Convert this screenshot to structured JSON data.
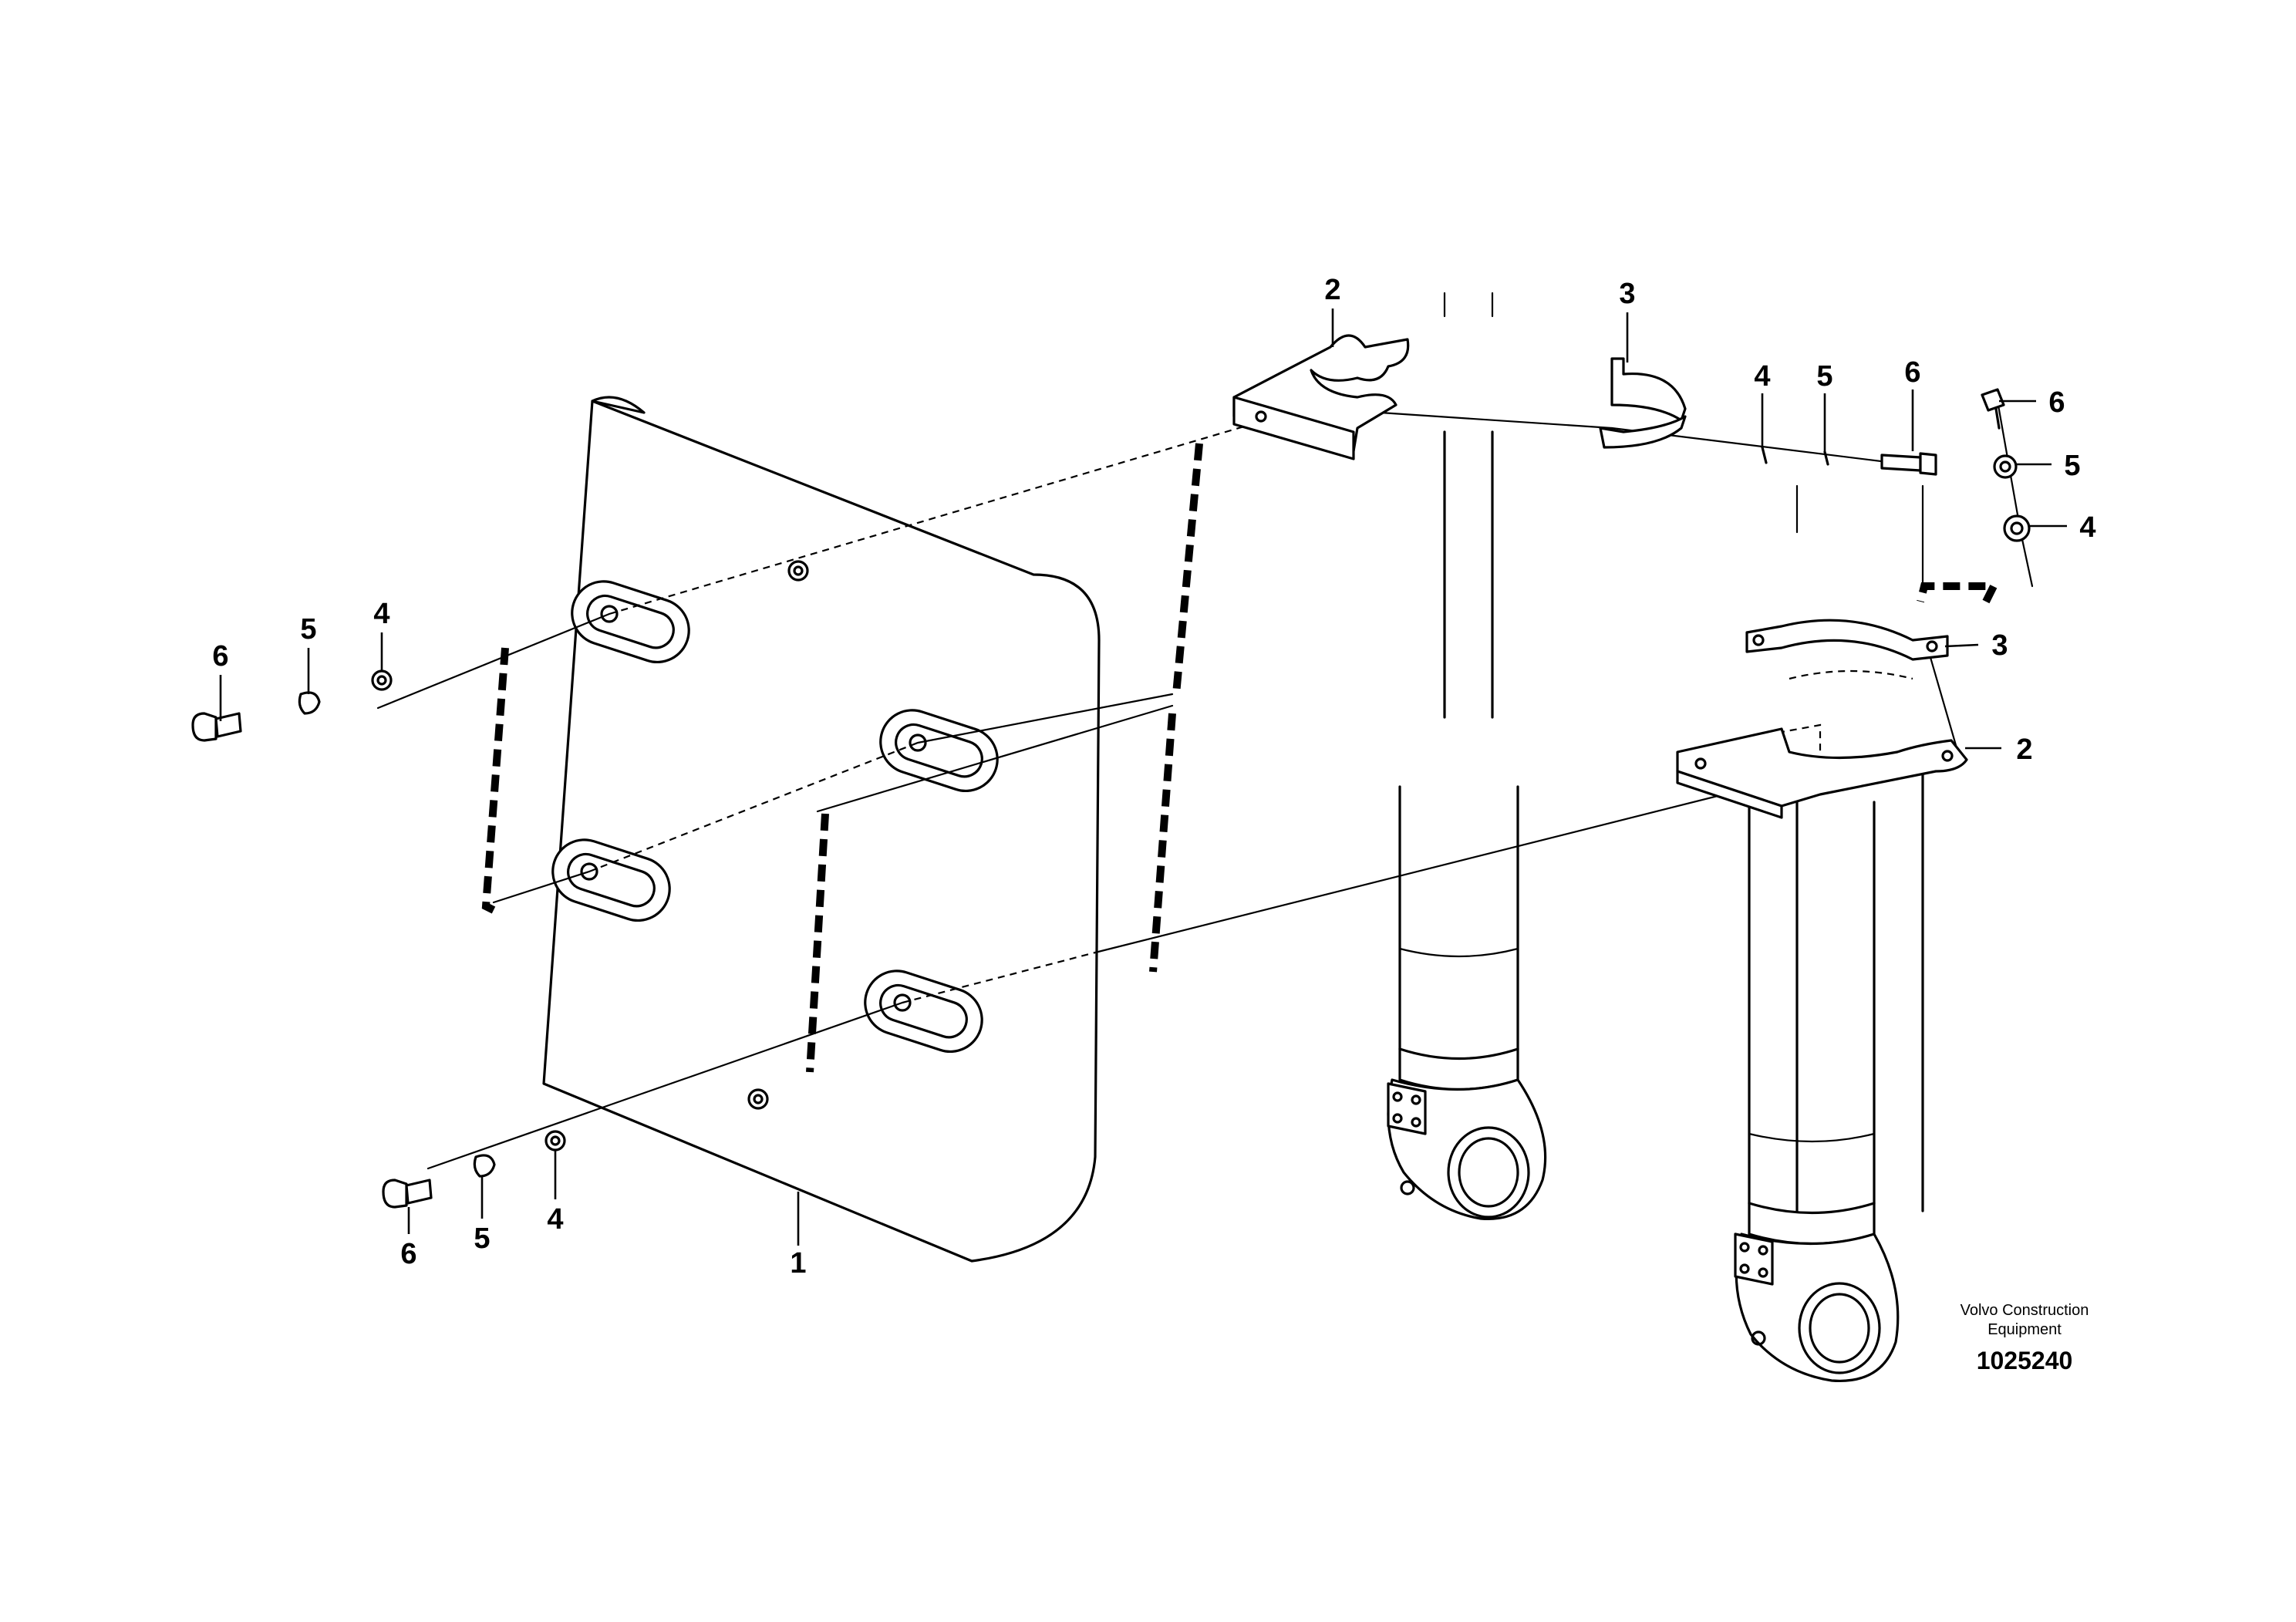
{
  "callouts": {
    "plate": "1",
    "bracket": "2",
    "clamp": "3",
    "washer": "4",
    "spring_washer": "5",
    "screw": "6"
  },
  "credit": {
    "line1": "Volvo Construction",
    "line2": "Equipment"
  },
  "figure_number": "1025240"
}
